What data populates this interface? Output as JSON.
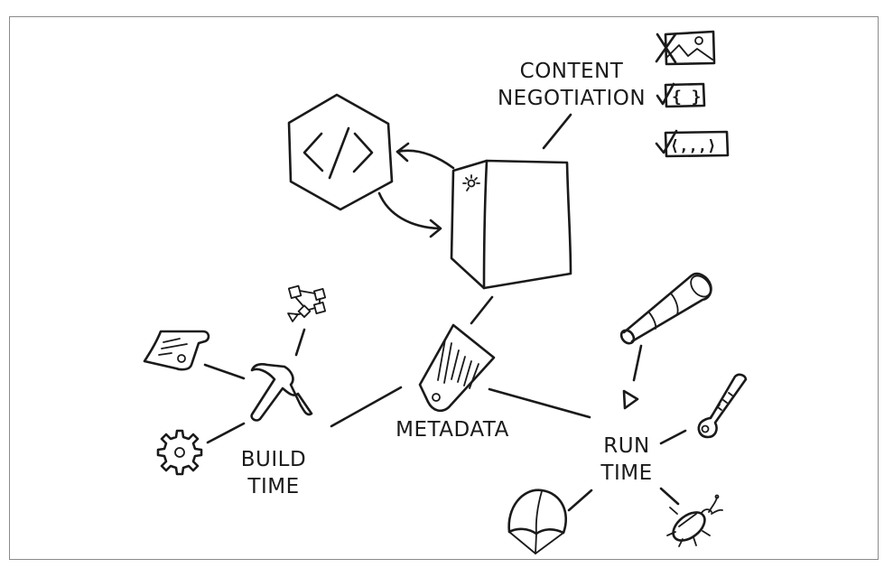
{
  "labels": {
    "content_negotiation": [
      "CONTENT",
      "NEGOTIATION"
    ],
    "metadata": "METADATA",
    "build_time": [
      "BUILD",
      "TIME"
    ],
    "run_time": [
      "RUN",
      "TIME"
    ]
  },
  "icons": {
    "center": [
      "code-hexagon-icon",
      "server-icon",
      "metadata-tag-icon"
    ],
    "content_formats": [
      "image-format-icon",
      "json-format-icon",
      "xml-format-icon"
    ],
    "build_time": [
      "scroll-document-icon",
      "flowchart-icon",
      "hammer-icon",
      "gear-icon"
    ],
    "run_time": [
      "telescope-icon",
      "play-icon",
      "thermometer-icon",
      "parachute-icon",
      "bug-icon"
    ]
  },
  "content_formats": [
    {
      "status": "rejected",
      "mark": "✗"
    },
    {
      "status": "accepted",
      "mark": "✓",
      "text": "{ }"
    },
    {
      "status": "accepted",
      "mark": "✓",
      "text": "⟨,,,⟩"
    }
  ]
}
